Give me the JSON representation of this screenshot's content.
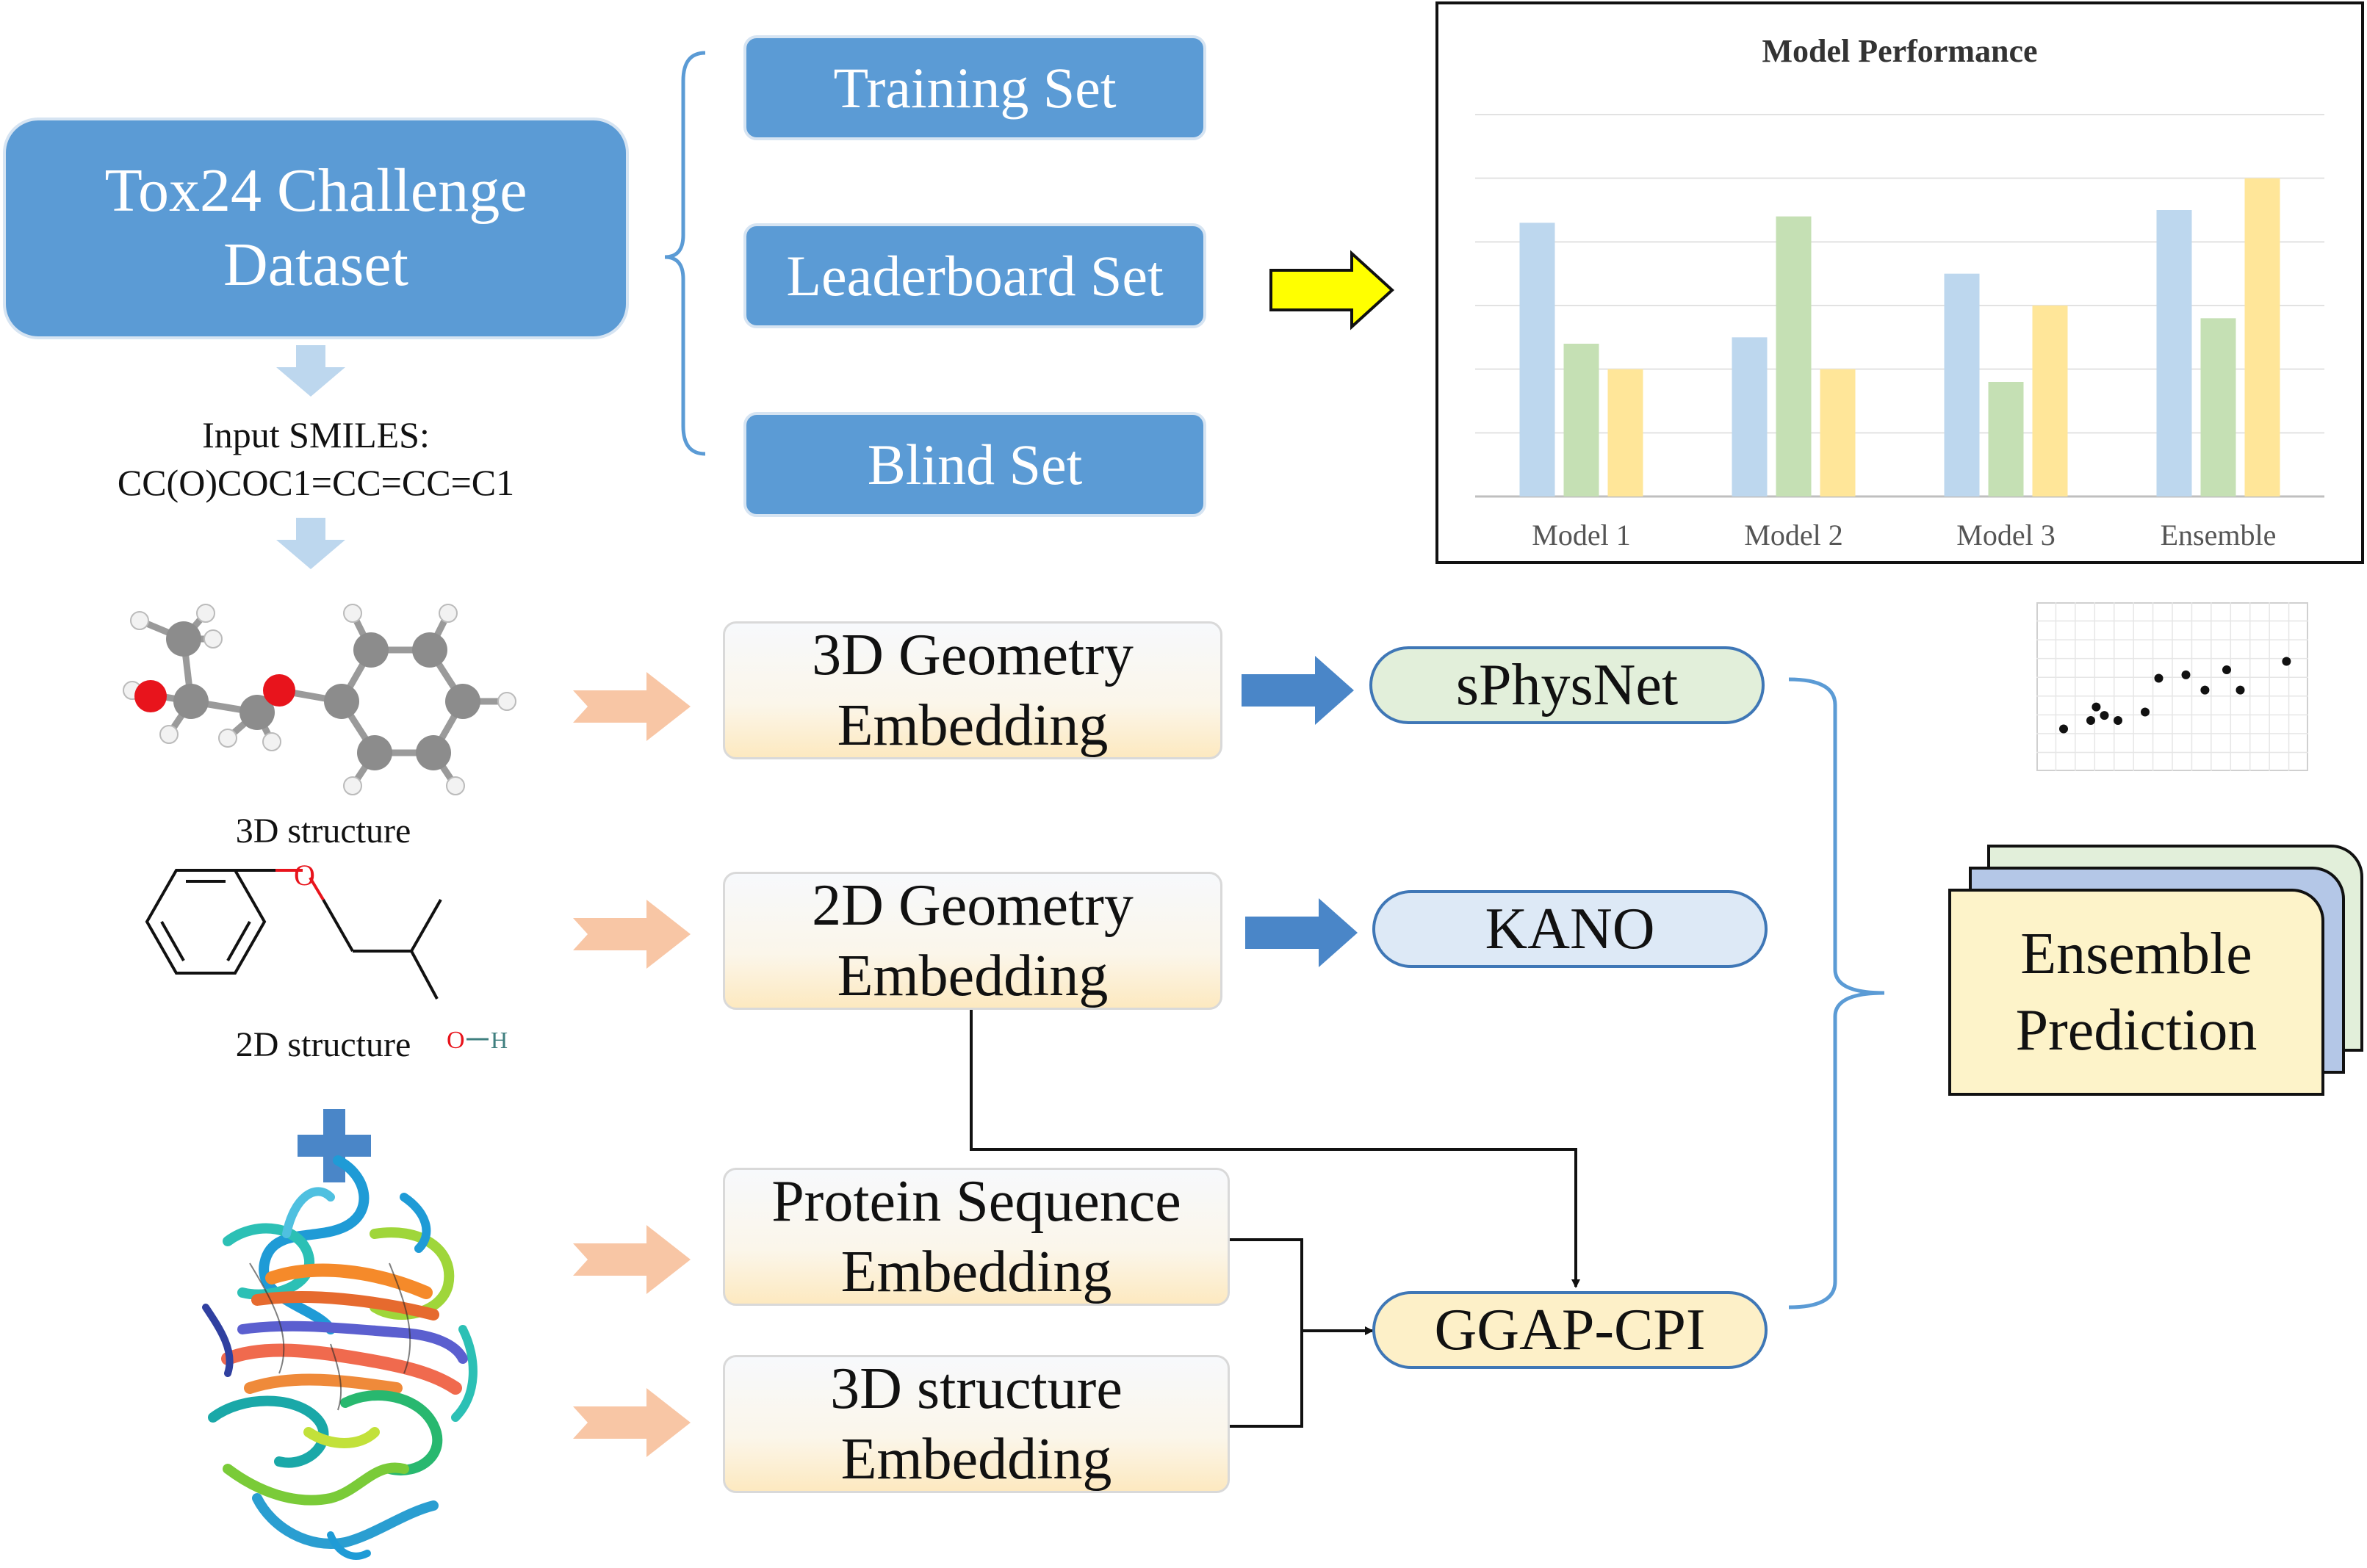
{
  "dataset": {
    "line1": "Tox24 Challenge",
    "line2": "Dataset"
  },
  "sets": {
    "training": "Training Set",
    "leaderboard": "Leaderboard Set",
    "blind": "Blind Set"
  },
  "smiles": {
    "label": "Input SMILES:",
    "value": "CC(O)COC1=CC=CC=C1"
  },
  "captions": {
    "structure3d": "3D structure",
    "structure2d": "2D structure"
  },
  "embeddings": {
    "geo3d": {
      "line1": "3D Geometry",
      "line2": "Embedding"
    },
    "geo2d": {
      "line1": "2D Geometry",
      "line2": "Embedding"
    },
    "protein_seq": {
      "line1": "Protein Sequence",
      "line2": "Embedding"
    },
    "struct3d": {
      "line1": "3D structure",
      "line2": "Embedding"
    }
  },
  "models": {
    "sphysnet": "sPhysNet",
    "kano": "KANO",
    "ggap": "GGAP-CPI"
  },
  "ensemble": {
    "line1": "Ensemble",
    "line2": "Prediction"
  },
  "colors": {
    "box_blue": "#5b9bd5",
    "arrow_yellow": "#ffff00",
    "arrow_orange": "#f8c6a5",
    "arrow_blue": "#4a86c8",
    "pill_green": "#e2efda",
    "pill_blue": "#dde9f6",
    "pill_yellow": "#fdf0c8",
    "series_blue": "#bdd7ee",
    "series_green": "#c5e0b4",
    "series_yellow": "#ffe699"
  },
  "chart_data": {
    "type": "bar",
    "title": "Model Performance",
    "categories": [
      "Model 1",
      "Model 2",
      "Model 3",
      "Ensemble"
    ],
    "series": [
      {
        "values": [
          4.3,
          2.5,
          3.5,
          4.5
        ]
      },
      {
        "values": [
          2.4,
          4.4,
          1.8,
          2.8
        ]
      },
      {
        "values": [
          2.0,
          2.0,
          3.0,
          5.0
        ]
      }
    ],
    "ylim": [
      0,
      6
    ],
    "grid": true,
    "xlabel": "",
    "ylabel": ""
  },
  "scatter_points": [
    [
      0.1,
      0.25
    ],
    [
      0.2,
      0.3
    ],
    [
      0.22,
      0.38
    ],
    [
      0.25,
      0.33
    ],
    [
      0.3,
      0.3
    ],
    [
      0.4,
      0.35
    ],
    [
      0.45,
      0.55
    ],
    [
      0.55,
      0.57
    ],
    [
      0.62,
      0.48
    ],
    [
      0.7,
      0.6
    ],
    [
      0.75,
      0.48
    ],
    [
      0.92,
      0.65
    ]
  ]
}
